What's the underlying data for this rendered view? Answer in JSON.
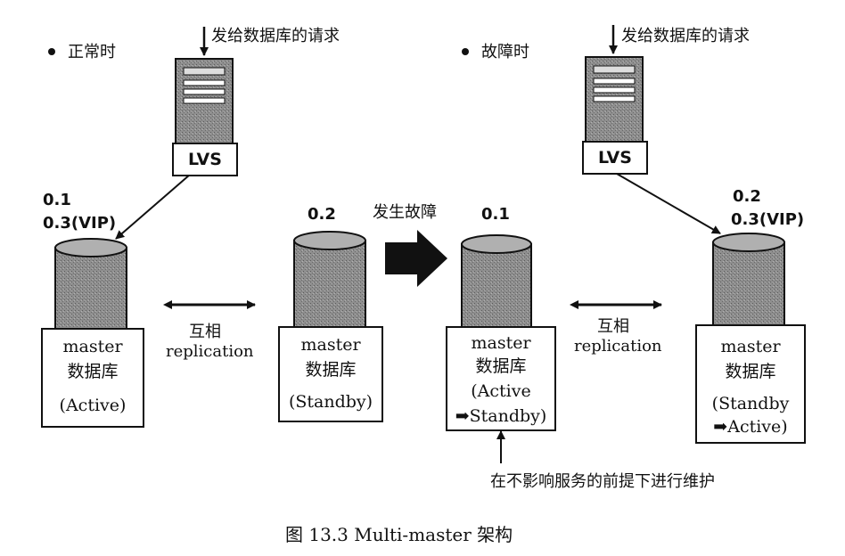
{
  "normal": {
    "label": "正常时",
    "request": "发给数据库的请求",
    "lvs": "LVS",
    "active_ip1": "0.1",
    "active_ip2": "0.3(VIP)",
    "standby_ip": "0.2",
    "active_db": [
      "master",
      "数据库",
      "(Active)"
    ],
    "standby_db": [
      "master",
      "数据库",
      "(Standby)"
    ],
    "replication": [
      "互相",
      "replication"
    ]
  },
  "transition": "发生故障",
  "failure": {
    "label": "故障时",
    "request": "发给数据库的请求",
    "lvs": "LVS",
    "left_ip": "0.1",
    "right_ip1": "0.2",
    "right_ip2": "0.3(VIP)",
    "left_db": [
      "master",
      "数据库",
      "(Active",
      "➡Standby)"
    ],
    "right_db": [
      "master",
      "数据库",
      "(Standby",
      "➡Active)"
    ],
    "replication": [
      "互相",
      "replication"
    ],
    "maintenance": "在不影响服务的前提下进行维护"
  },
  "caption": "图 13.3    Multi-master 架构",
  "colors": {
    "ink": "#111111",
    "cylinder_fill": "#8a8a8a",
    "server_fill": "#bdbdbd"
  }
}
